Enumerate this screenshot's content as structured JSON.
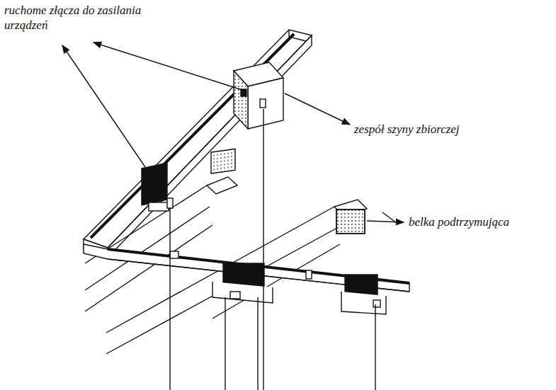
{
  "diagram": {
    "labels": [
      "ruchome złącza do zasilania urządzeń",
      "zespół szyny zbiorczej",
      "belka podtrzymująca"
    ]
  }
}
